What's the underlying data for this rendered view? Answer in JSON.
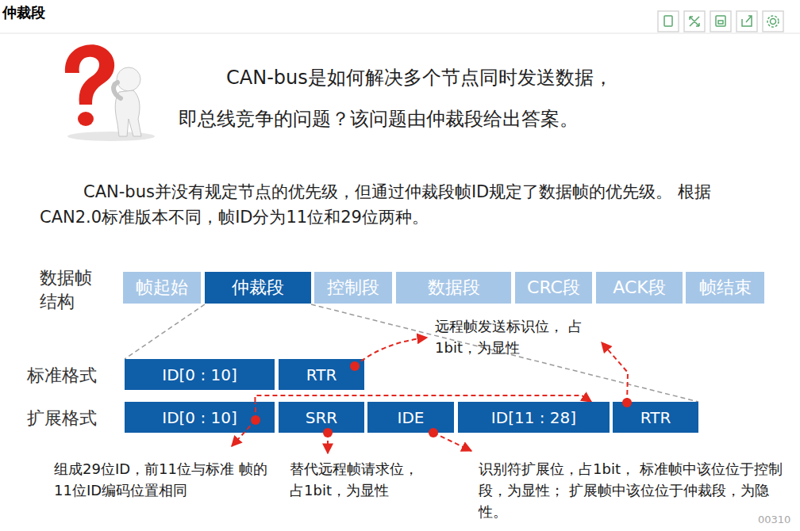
{
  "diagram": {
    "title": "仲裁段",
    "nodes": [
      {
        "text": [
          "帧起始"
        ]
      },
      {
        "text": [
          "仲裁段"
        ]
      },
      {
        "text": [
          "控制段"
        ]
      },
      {
        "text": [
          "数据段"
        ]
      },
      {
        "text": [
          "CRC段"
        ]
      },
      {
        "text": [
          "ACK段"
        ]
      },
      {
        "text": [
          "帧结束"
        ]
      },
      {
        "text": [
          "ID[0 : 10]"
        ]
      },
      {
        "text": [
          "RTR"
        ]
      },
      {
        "text": [
          "ID[0 : 10]"
        ]
      },
      {
        "text": [
          "SRR"
        ]
      },
      {
        "text": [
          "IDE"
        ]
      },
      {
        "text": [
          "ID[11 : 28]"
        ]
      },
      {
        "text": [
          "RTR"
        ]
      }
    ],
    "edges": [
      {
        "from": 9,
        "to": 12,
        "arrow": "to"
      }
    ],
    "labels": [
      "CAN-bus是如何解决多个节点同时发送数据，",
      "即总线竞争的问题？该问题由仲裁段给出答案。",
      "CAN-bus并没有规定节点的优先级，但通过仲裁段帧ID规定了数据帧的优先级。 根据CAN2.0标准版本不同，帧ID分为11位和29位两种。",
      "数据帧 结构",
      "标准格式",
      "扩展格式",
      "远程帧发送标识位， 占1bit，为显性",
      "组成29位ID，前11位与标准 帧的11位ID编码位置相同",
      "替代远程帧请求位， 占1bit，为显性",
      "识别符扩展位，占1bit， 标准帧中该位位于控制段，为显性； 扩展帧中该位位于仲裁段，为隐性。",
      "00310"
    ]
  }
}
